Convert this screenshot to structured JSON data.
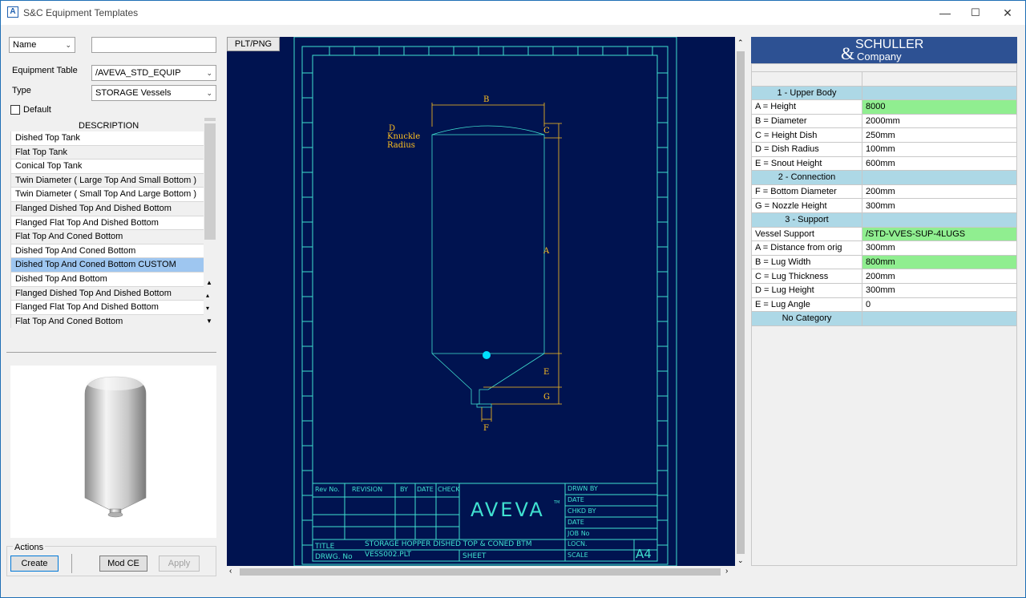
{
  "window": {
    "title": "S&C Equipment Templates",
    "minimize": "—",
    "maximize": "☐",
    "close": "✕"
  },
  "filter": {
    "field": "Name",
    "value": ""
  },
  "equipment_table": {
    "label": "Equipment Table",
    "value": "/AVEVA_STD_EQUIP"
  },
  "type": {
    "label": "Type",
    "value": "STORAGE Vessels"
  },
  "default_checkbox": {
    "label": "Default",
    "checked": false
  },
  "description": {
    "header": "DESCRIPTION",
    "items": [
      "Dished Top Tank",
      "Flat Top Tank",
      "Conical Top Tank",
      "Twin Diameter ( Large Top And Small Bottom )",
      "Twin Diameter ( Small Top And Large Bottom )",
      "Flanged Dished Top And Dished Bottom",
      "Flanged Flat Top And Dished Bottom",
      "Flat Top And Coned Bottom",
      "Dished Top And Coned Bottom",
      "Dished Top And Coned Bottom CUSTOM",
      "Dished Top And Bottom",
      "Flanged Dished Top And Dished Bottom",
      "Flanged Flat Top And Dished Bottom",
      "Flat Top And Coned Bottom"
    ],
    "selected_index": 9
  },
  "actions": {
    "label": "Actions",
    "create": "Create",
    "mod_ce": "Mod CE",
    "apply": "Apply"
  },
  "drawing": {
    "tab": "PLT/PNG",
    "dims": {
      "b": "B",
      "c": "C",
      "d": "D",
      "knuckle": "Knuckle",
      "radius": "Radius",
      "a": "A",
      "e": "E",
      "g": "G",
      "f": "F"
    },
    "title_block": {
      "rev_no": "Rev No.",
      "revision": "REVISION",
      "by": "BY",
      "date": "DATE",
      "check": "CHECK",
      "drwn_by": "DRWN BY",
      "date2": "DATE",
      "chkd_by": "CHKD BY",
      "date3": "DATE",
      "job_no": "JOB No",
      "locn": "LOCN.",
      "scale": "SCALE",
      "title_label": "TITLE",
      "title_value": "STORAGE HOPPER DISHED TOP & CONED BTM",
      "drwg_label": "DRWG. No",
      "drwg_value": "VESS002.PLT",
      "sheet": "SHEET",
      "size": "A4",
      "brand": "AVEVA",
      "tm": "TM"
    }
  },
  "logo": {
    "line1": "SCHULLER",
    "amp": "&",
    "line2": "Company"
  },
  "params": {
    "rows": [
      {
        "kind": "cat",
        "name": "1 - Upper Body",
        "value": ""
      },
      {
        "kind": "row",
        "name": "A = Height",
        "value": "8000",
        "hl": true
      },
      {
        "kind": "row",
        "name": "B = Diameter",
        "value": "2000mm",
        "hl": false
      },
      {
        "kind": "row",
        "name": "C = Height Dish",
        "value": "250mm",
        "hl": false
      },
      {
        "kind": "row",
        "name": "D = Dish Radius",
        "value": "100mm",
        "hl": false
      },
      {
        "kind": "row",
        "name": "E = Snout Height",
        "value": "600mm",
        "hl": false
      },
      {
        "kind": "cat",
        "name": "2 - Connection",
        "value": ""
      },
      {
        "kind": "row",
        "name": "F = Bottom Diameter",
        "value": "200mm",
        "hl": false
      },
      {
        "kind": "row",
        "name": "G = Nozzle Height",
        "value": "300mm",
        "hl": false
      },
      {
        "kind": "cat",
        "name": "3 - Support",
        "value": ""
      },
      {
        "kind": "row",
        "name": "Vessel Support",
        "value": "/STD-VVES-SUP-4LUGS",
        "hl": true
      },
      {
        "kind": "row",
        "name": "A = Distance from orig",
        "value": "300mm",
        "hl": false
      },
      {
        "kind": "row",
        "name": "B = Lug Width",
        "value": "800mm",
        "hl": true
      },
      {
        "kind": "row",
        "name": "C = Lug Thickness",
        "value": "200mm",
        "hl": false
      },
      {
        "kind": "row",
        "name": "D = Lug Height",
        "value": "300mm",
        "hl": false
      },
      {
        "kind": "row",
        "name": "E = Lug Angle",
        "value": "0",
        "hl": false
      },
      {
        "kind": "cat",
        "name": "No Category",
        "value": ""
      }
    ]
  },
  "colors": {
    "drawing_bg": "#001350",
    "drawing_line": "#40e0d0",
    "dimension": "#ffc020",
    "highlight": "#90ee90",
    "category": "#add8e6"
  }
}
